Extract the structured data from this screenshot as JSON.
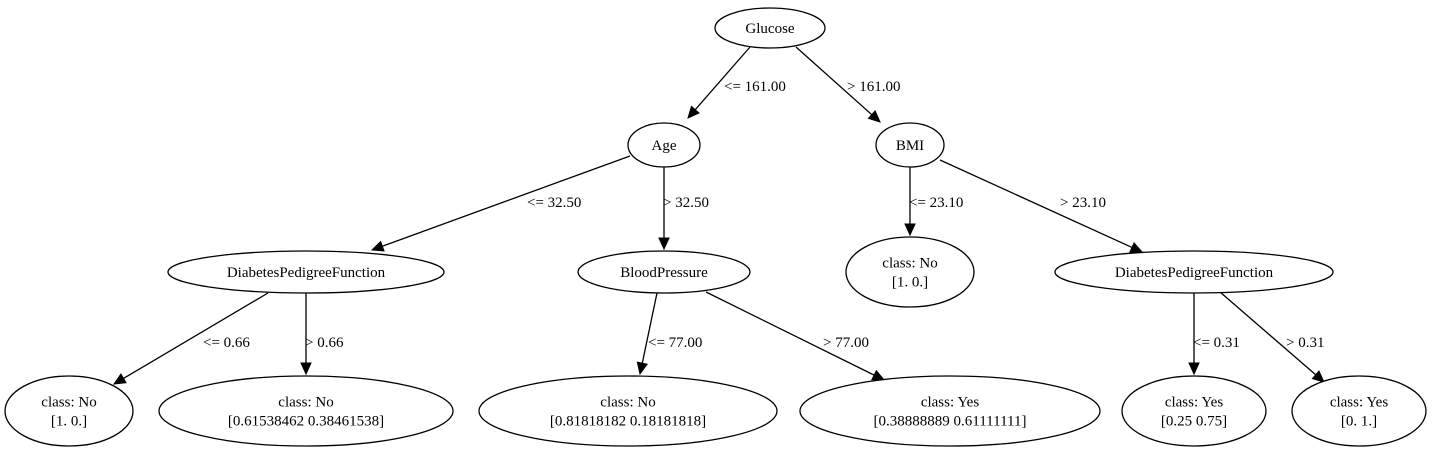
{
  "tree": {
    "nodes": {
      "n0": {
        "lines": [
          "Glucose"
        ]
      },
      "n1": {
        "lines": [
          "Age"
        ]
      },
      "n2": {
        "lines": [
          "BMI"
        ]
      },
      "n3": {
        "lines": [
          "DiabetesPedigreeFunction"
        ]
      },
      "n4": {
        "lines": [
          "BloodPressure"
        ]
      },
      "n5": {
        "lines": [
          "class: No",
          "[1. 0.]"
        ]
      },
      "n6": {
        "lines": [
          "DiabetesPedigreeFunction"
        ]
      },
      "n7": {
        "lines": [
          "class: No",
          "[1. 0.]"
        ]
      },
      "n8": {
        "lines": [
          "class: No",
          "[0.61538462 0.38461538]"
        ]
      },
      "n9": {
        "lines": [
          "class: No",
          "[0.81818182 0.18181818]"
        ]
      },
      "n10": {
        "lines": [
          "class: Yes",
          "[0.38888889 0.61111111]"
        ]
      },
      "n11": {
        "lines": [
          "class: Yes",
          "[0.25 0.75]"
        ]
      },
      "n12": {
        "lines": [
          "class: Yes",
          "[0. 1.]"
        ]
      }
    },
    "edges": [
      {
        "id": "e0-1",
        "from": "n0",
        "to": "n1",
        "label": "<= 161.00"
      },
      {
        "id": "e0-2",
        "from": "n0",
        "to": "n2",
        "label": "> 161.00"
      },
      {
        "id": "e1-3",
        "from": "n1",
        "to": "n3",
        "label": "<= 32.50"
      },
      {
        "id": "e1-4",
        "from": "n1",
        "to": "n4",
        "label": "> 32.50"
      },
      {
        "id": "e2-5",
        "from": "n2",
        "to": "n5",
        "label": "<= 23.10"
      },
      {
        "id": "e2-6",
        "from": "n2",
        "to": "n6",
        "label": "> 23.10"
      },
      {
        "id": "e3-7",
        "from": "n3",
        "to": "n7",
        "label": "<= 0.66"
      },
      {
        "id": "e3-8",
        "from": "n3",
        "to": "n8",
        "label": "> 0.66"
      },
      {
        "id": "e4-9",
        "from": "n4",
        "to": "n9",
        "label": "<= 77.00"
      },
      {
        "id": "e4-10",
        "from": "n4",
        "to": "n10",
        "label": "> 77.00"
      },
      {
        "id": "e6-11",
        "from": "n6",
        "to": "n11",
        "label": "<= 0.31"
      },
      {
        "id": "e6-12",
        "from": "n6",
        "to": "n12",
        "label": "> 0.31"
      }
    ]
  }
}
